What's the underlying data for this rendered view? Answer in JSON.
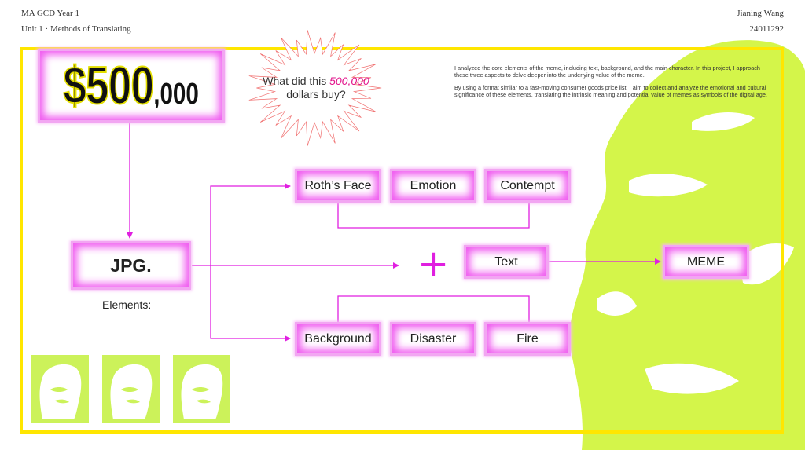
{
  "header": {
    "course": "MA GCD Year 1",
    "unit": "Unit 1 · Methods of Translating",
    "author": "Jianing Wang",
    "student_id": "24011292"
  },
  "price": {
    "main": "$500",
    "tail": ",000"
  },
  "burst": {
    "before": "What did this ",
    "highlight": "500,000",
    "after": "dollars buy?"
  },
  "intro": {
    "p1": "I analyzed the core elements of the meme, including text, background, and the main character. In this project, I approach these three aspects to delve deeper into the underlying value of the meme.",
    "p2": "By using a format similar to a fast-moving consumer goods price list, I aim to collect and analyze the emotional and cultural significance of these elements, translating the intrinsic meaning and potential value of memes as symbols of the digital age."
  },
  "diagram": {
    "jpg": "JPG.",
    "elements_label": "Elements:",
    "top_row": [
      "Roth’s Face",
      "Emotion",
      "Contempt"
    ],
    "middle": {
      "plus": "+",
      "text": "Text",
      "result": "MEME"
    },
    "bottom_row": [
      "Background",
      "Disaster",
      "Fire"
    ]
  },
  "colors": {
    "frame": "#ffe600",
    "accent": "#e01fe0",
    "lime": "#d4f54a",
    "highlight": "#e2138b"
  }
}
